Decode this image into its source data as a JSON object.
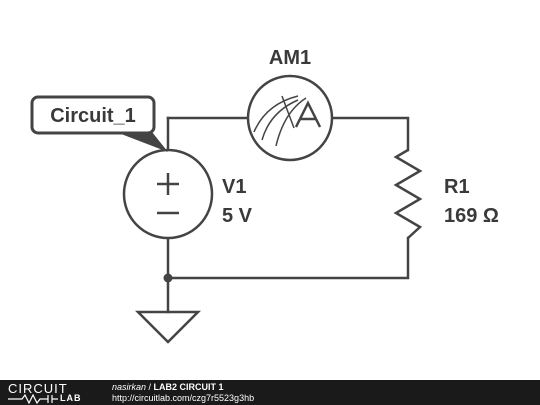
{
  "schematic": {
    "circuit_label": "Circuit_1",
    "components": {
      "ammeter": {
        "name": "AM1",
        "symbol": "A"
      },
      "source": {
        "name": "V1",
        "value": "5 V",
        "plus": "+",
        "minus": "−"
      },
      "resistor": {
        "name": "R1",
        "value": "169 Ω"
      }
    }
  },
  "footer": {
    "logo_top": "CIRCUIT",
    "logo_bottom": "LAB",
    "author": "nasirkan",
    "separator": " / ",
    "title": "LAB2 CIRCUIT 1",
    "url": "http://circuitlab.com/czg7r5523g3hb"
  },
  "colors": {
    "wire": "#444444",
    "text": "#3a3a3a",
    "footer_bg": "#1a1a1a"
  }
}
